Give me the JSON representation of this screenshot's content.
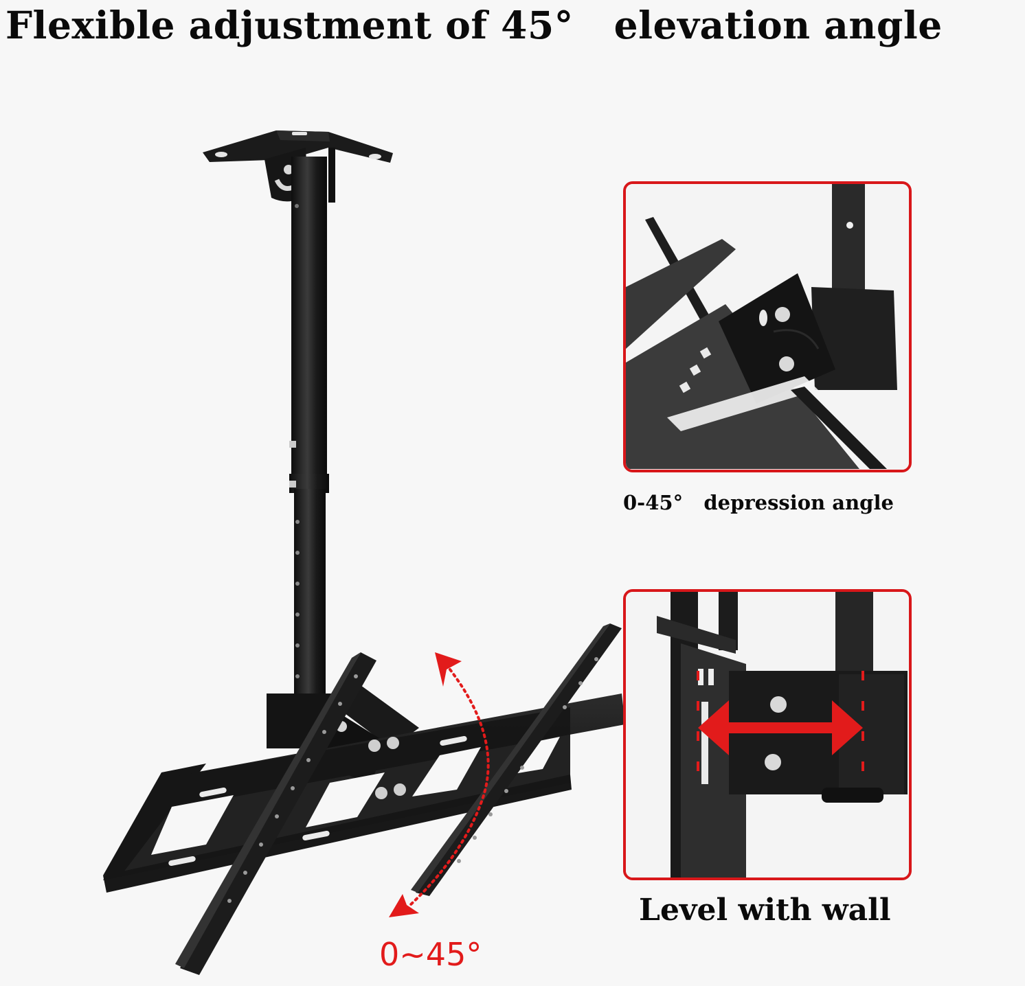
{
  "headline": "Flexible adjustment of 45°   elevation angle",
  "main_product": {
    "description": "Ceiling TV mount with telescoping pole, tilting head and VESA bracket",
    "icon": "ceiling-tv-mount-illustration",
    "tilt_annotation": {
      "label": "0~45°",
      "arrow_style": "red dotted double-headed arc",
      "color": "#e21b1b"
    }
  },
  "detail_panels": [
    {
      "id": "depression",
      "caption": "0-45°   depression angle",
      "icon": "tilted-bracket-closeup",
      "border_color": "#d8171a"
    },
    {
      "id": "level",
      "caption": "Level with wall",
      "icon": "level-bracket-closeup",
      "border_color": "#d8171a",
      "annotation": "red double-headed horizontal arrow with dashed guide lines"
    }
  ],
  "colors": {
    "background": "#f7f7f7",
    "metal": "#1c1c1c",
    "metal_highlight": "#3a3a3a",
    "accent_red": "#e21b1b",
    "text": "#0a0a0a"
  }
}
